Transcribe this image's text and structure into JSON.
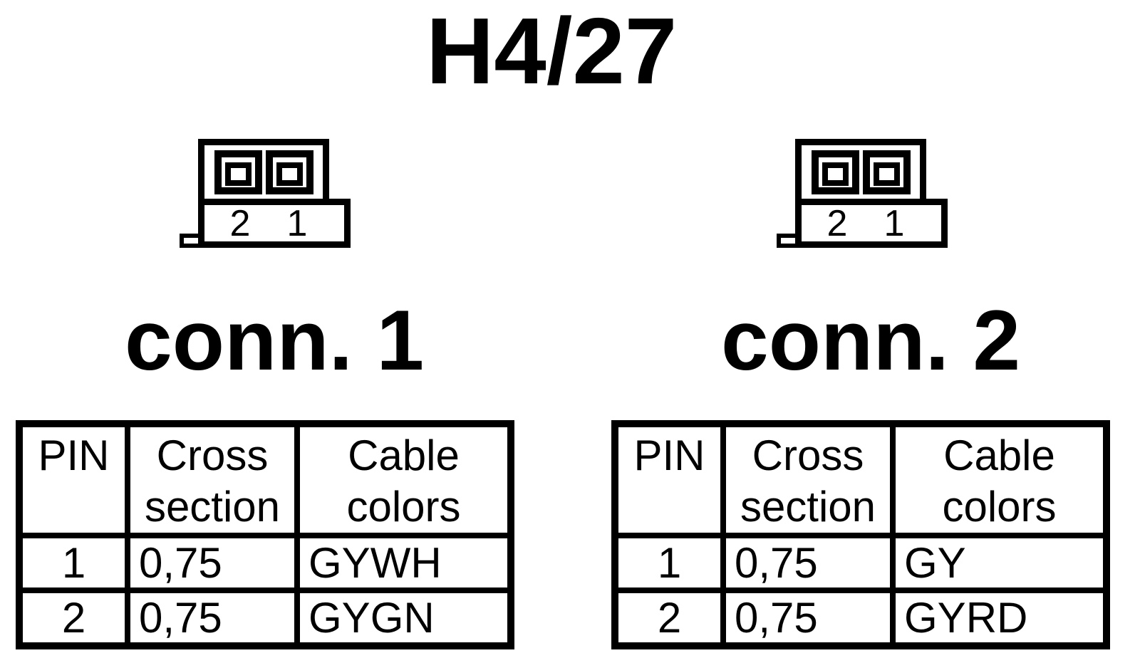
{
  "title": "H4/27",
  "colors": {
    "line": "#000000",
    "background": "#ffffff"
  },
  "connectors": [
    {
      "label": "conn. 1",
      "pin_labels": [
        "2",
        "1"
      ],
      "table": {
        "headers": [
          "PIN",
          "Cross section",
          "Cable colors"
        ],
        "rows": [
          [
            "1",
            "0,75",
            "GYWH"
          ],
          [
            "2",
            "0,75",
            "GYGN"
          ]
        ]
      }
    },
    {
      "label": "conn. 2",
      "pin_labels": [
        "2",
        "1"
      ],
      "table": {
        "headers": [
          "PIN",
          "Cross section",
          "Cable colors"
        ],
        "rows": [
          [
            "1",
            "0,75",
            "GY"
          ],
          [
            "2",
            "0,75",
            "GYRD"
          ]
        ]
      }
    }
  ]
}
